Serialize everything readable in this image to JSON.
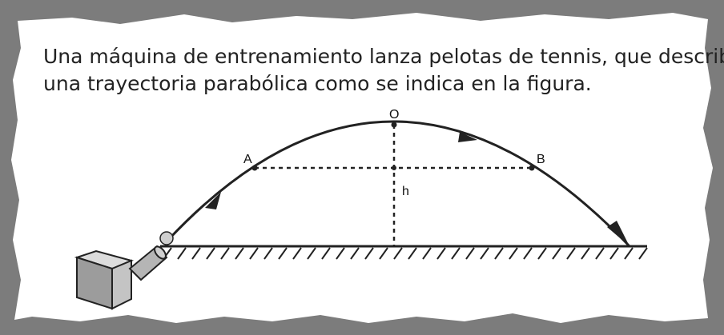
{
  "problem": {
    "line1": "Una máquina de entrenamiento lanza pelotas de tennis, que describen",
    "line2": "una trayectoria parabólica como se indica en la figura."
  },
  "figure": {
    "points": {
      "O": "O",
      "A": "A",
      "B": "B"
    },
    "height_label": "h"
  }
}
